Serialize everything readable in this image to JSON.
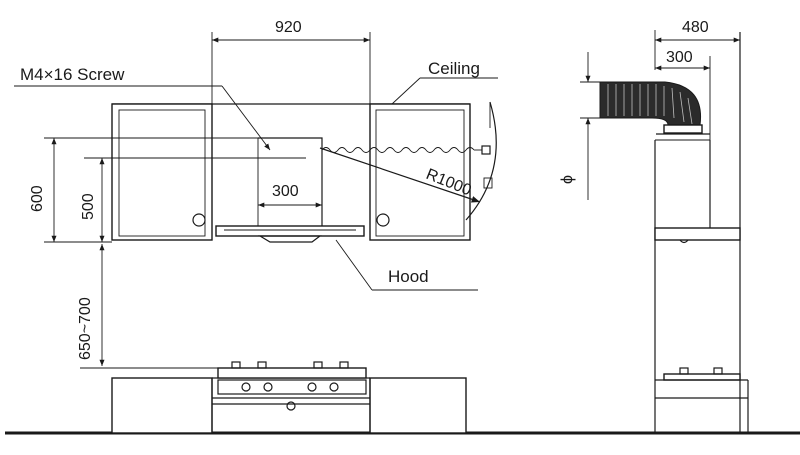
{
  "labels": {
    "screw": "M4×16  Screw",
    "ceiling": "Ceiling",
    "hood": "Hood",
    "radius": "R1000",
    "phi": "ϕ"
  },
  "dimensions": {
    "cabinet_gap_width": "920",
    "hood_depth": "300",
    "overall_height": "600",
    "hood_height": "500",
    "install_height": "650~700",
    "side_width": "480",
    "duct_offset": "300"
  },
  "colors": {
    "line": "#1a1a1a",
    "background": "#ffffff"
  }
}
